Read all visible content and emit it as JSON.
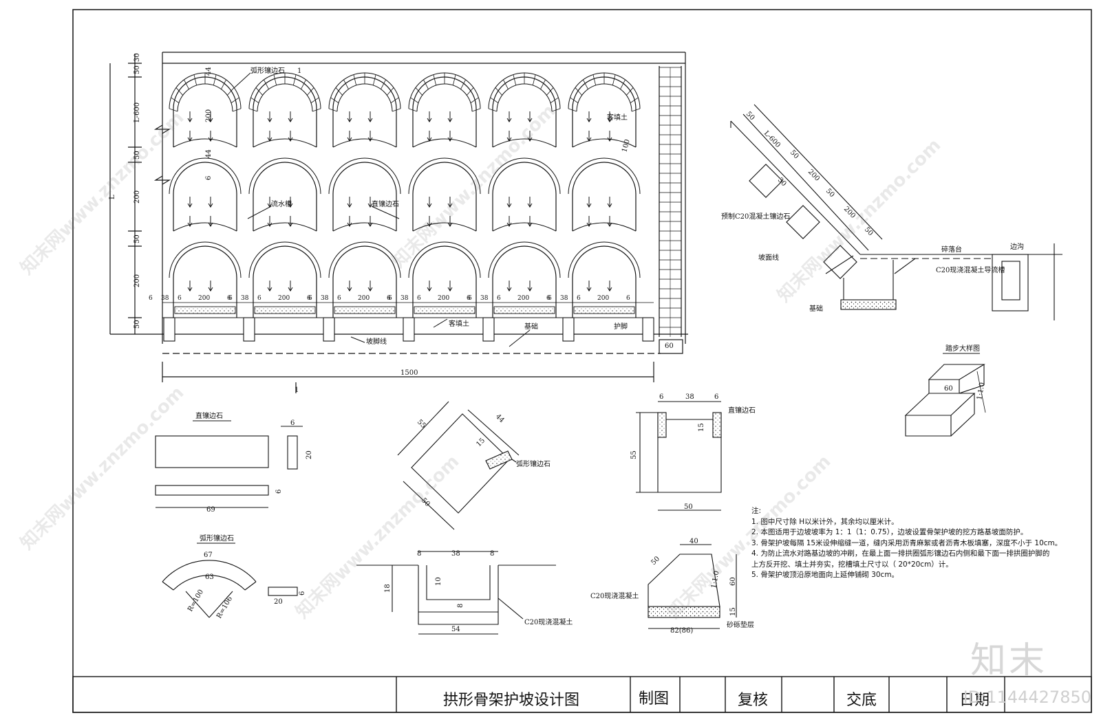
{
  "title_block": {
    "drawing_title": "拱形骨架护坡设计图",
    "drawn_by_label": "制图",
    "checked_by_label": "复核",
    "handover_label": "交底",
    "date_label": "日期"
  },
  "elevation_labels": {
    "arc_edge_stone": "弧形镶边石",
    "straight_edge_stone": "直镶边石",
    "drain_channel": "流水槽",
    "planting_soil": "客填土",
    "slope_toe_line": "坡脚线",
    "foundation": "基础",
    "toe_protection": "护脚"
  },
  "elevation_dims": {
    "total_width": "1500",
    "right_end": "60",
    "left_30": "30",
    "left_50": "50",
    "left_L600": "L-600",
    "left_200": "200",
    "left_L": "L",
    "arch_44": "44",
    "arch_200": "200",
    "arch_6": "6",
    "arch_100": "100",
    "bottom_6": "6",
    "bottom_38": "38",
    "bottom_200": "200",
    "section_mark": "1"
  },
  "section_view": {
    "precast_label": "预制C20混凝土镶边石",
    "slope_line": "坡面线",
    "platform": "碎落台",
    "ditch": "边沟",
    "cast_channel": "C20现浇混凝土导流槽",
    "foundation": "基础",
    "d50": "50",
    "dL600": "L-600",
    "d200": "200",
    "d30": "30"
  },
  "steps_view": {
    "title": "踏步大样图",
    "width": "60",
    "ratio": "1:1.0"
  },
  "details": {
    "straight_stone_title": "直镶边石",
    "straight_len": "69",
    "straight_w": "6",
    "straight_h": "20",
    "arc_stone_title": "弧形镶边石",
    "arc_outer": "67",
    "arc_inner": "63",
    "arc_r1": "R=100",
    "arc_r2": "R=106",
    "arc_w": "20",
    "arc_t": "6",
    "diamond_55": "55",
    "diamond_50": "50",
    "diamond_44": "44",
    "diamond_15": "15",
    "diamond_label": "弧形镶边石",
    "u_38": "38",
    "u_6": "6",
    "u_55": "55",
    "u_15": "15",
    "u_50": "50",
    "u_label": "直镶边石",
    "channel_8": "8",
    "channel_38": "38",
    "channel_18": "18",
    "channel_10": "10",
    "channel_54": "54",
    "channel_label": "C20现浇混凝土",
    "foot_40": "40",
    "foot_50": "50",
    "foot_60": "60",
    "foot_15": "15",
    "foot_ratio": "1:1.0",
    "foot_base": "82(86)",
    "foot_label": "C20现浇混凝土",
    "foot_bed": "砂砾垫层"
  },
  "notes": {
    "heading": "注:",
    "items": [
      "1. 图中尺寸除 H以米计外，其余均以厘米计。",
      "2. 本图适用于边坡坡率为 1：1（1：0.75），边坡设置骨架护坡的挖方路基坡面防护。",
      "3. 骨架护坡每隔 15米设伸缩缝一道，缝内采用沥青麻絮或者沥青木板填塞，深度不小于   10cm。",
      "4. 为防止流水对路基边坡的冲刷，在最上面一排拱圈弧形镶边石内侧和最下面一排拱圈护脚的",
      "   上方反开挖、填土并夯实，挖槽填土尺寸以（  20*20cm）计。",
      "5. 骨架护坡顶沿原地面向上延伸铺砌  30cm。"
    ]
  },
  "watermark": {
    "text": "知末网www.znzmo.com",
    "logo": "知末",
    "id": "ID:1144427850"
  }
}
